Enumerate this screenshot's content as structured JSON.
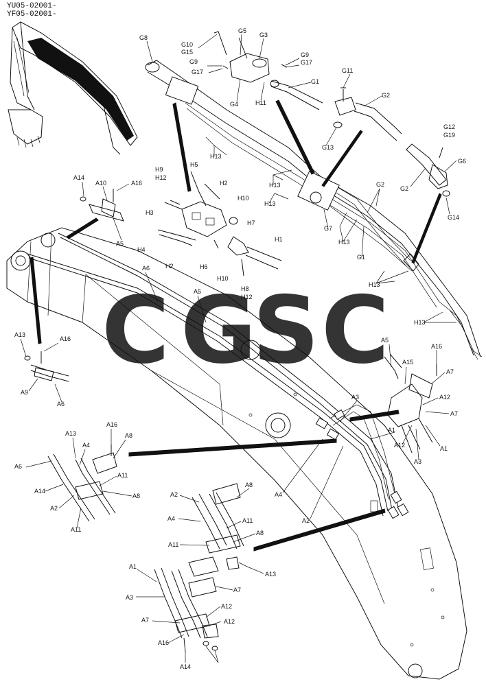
{
  "serials": [
    "YU05-02001-",
    "YF05-02001-"
  ],
  "watermark": {
    "letters": [
      "C",
      "G",
      "S",
      "C"
    ],
    "colors": [
      "#4f8ff0",
      "#f06a5f",
      "#f6cc3d",
      "#4cb07a"
    ]
  },
  "labels": [
    "G8",
    "G10",
    "G15",
    "G5",
    "G3",
    "G9",
    "G17",
    "G9",
    "G17",
    "G1",
    "G4",
    "H11",
    "G11",
    "G2",
    "G13",
    "G12",
    "G19",
    "G6",
    "G2",
    "G14",
    "H9",
    "H12",
    "H5",
    "H2",
    "H10",
    "H3",
    "H7",
    "H1",
    "H4",
    "H2",
    "H6",
    "H10",
    "H8",
    "H12",
    "H13",
    "H13",
    "H13",
    "G7",
    "H13",
    "G1",
    "G2",
    "H13",
    "H13",
    "A14",
    "A10",
    "A16",
    "A5",
    "A6",
    "A5",
    "A13",
    "A16",
    "A9",
    "A6",
    "A5",
    "A15",
    "A16",
    "A7",
    "A3",
    "A12",
    "A7",
    "A12",
    "A1",
    "A3",
    "A1",
    "A4",
    "A2",
    "A13",
    "A16",
    "A8",
    "A4",
    "A6",
    "A14",
    "A11",
    "A8",
    "A2",
    "A11",
    "A2",
    "A8",
    "A4",
    "A11",
    "A11",
    "A8",
    "A13",
    "A1",
    "A3",
    "A7",
    "A12",
    "A7",
    "A12",
    "A16",
    "A14"
  ]
}
